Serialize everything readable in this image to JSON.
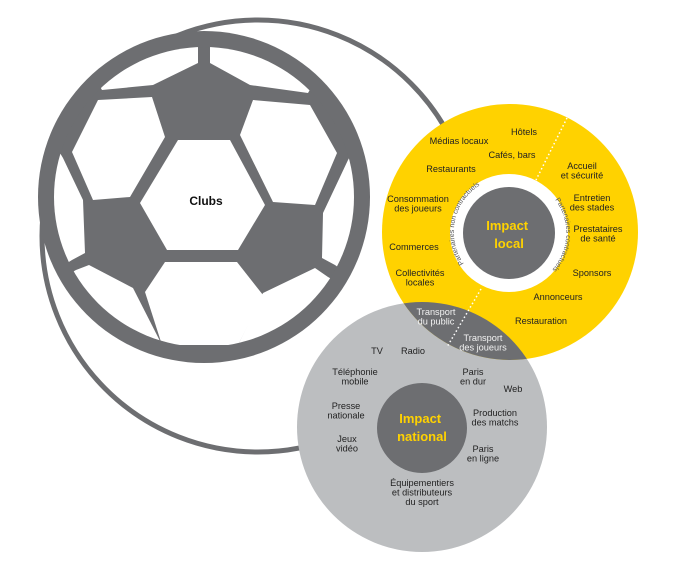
{
  "colors": {
    "yellow": "#ffd200",
    "dark_gray": "#6d6e71",
    "light_gray": "#bcbec0"
  },
  "ball": {
    "label": "Clubs"
  },
  "local": {
    "title_line1": "Impact",
    "title_line2": "local",
    "arc_left": "Partenaires non contractuels",
    "arc_right": "Partenaires contractuels",
    "items": [
      {
        "lines": [
          "Hôtels"
        ]
      },
      {
        "lines": [
          "Médias locaux"
        ]
      },
      {
        "lines": [
          "Cafés, bars"
        ]
      },
      {
        "lines": [
          "Restaurants"
        ]
      },
      {
        "lines": [
          "Accueil",
          "et sécurité"
        ]
      },
      {
        "lines": [
          "Consommation",
          "des joueurs"
        ]
      },
      {
        "lines": [
          "Entretien",
          "des stades"
        ]
      },
      {
        "lines": [
          "Prestataires",
          "de santé"
        ]
      },
      {
        "lines": [
          "Commerces"
        ]
      },
      {
        "lines": [
          "Collectivités",
          "locales"
        ]
      },
      {
        "lines": [
          "Sponsors"
        ]
      },
      {
        "lines": [
          "Annonceurs"
        ]
      },
      {
        "lines": [
          "Restauration"
        ]
      }
    ]
  },
  "overlap": {
    "items": [
      {
        "lines": [
          "Transport",
          "du public"
        ]
      },
      {
        "lines": [
          "Transport",
          "des joueurs"
        ]
      }
    ]
  },
  "national": {
    "title_line1": "Impact",
    "title_line2": "national",
    "items": [
      {
        "lines": [
          "TV"
        ]
      },
      {
        "lines": [
          "Radio"
        ]
      },
      {
        "lines": [
          "Téléphonie",
          "mobile"
        ]
      },
      {
        "lines": [
          "Paris",
          "en dur"
        ]
      },
      {
        "lines": [
          "Web"
        ]
      },
      {
        "lines": [
          "Presse",
          "nationale"
        ]
      },
      {
        "lines": [
          "Production",
          "des matchs"
        ]
      },
      {
        "lines": [
          "Jeux",
          "vidéo"
        ]
      },
      {
        "lines": [
          "Paris",
          "en ligne"
        ]
      },
      {
        "lines": [
          "Équipementiers",
          "et distributeurs",
          "du sport"
        ]
      }
    ]
  }
}
